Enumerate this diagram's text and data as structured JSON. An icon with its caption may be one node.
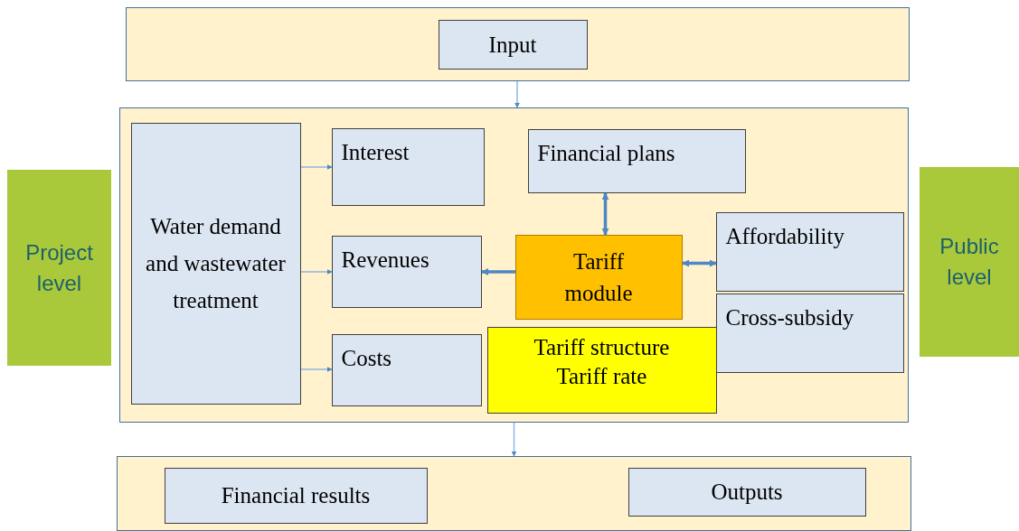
{
  "diagram": {
    "nodes": [
      {
        "text": [],
        "shape": "box"
      },
      {
        "text": [
          "Input"
        ],
        "in": 0
      },
      {
        "text": [],
        "shape": "box"
      },
      {
        "text": [
          "Water demand and wastewater treatment"
        ],
        "in": 2
      },
      {
        "text": [
          "Interest"
        ],
        "in": 2
      },
      {
        "text": [
          "Revenues"
        ],
        "in": 2
      },
      {
        "text": [
          "Costs"
        ],
        "in": 2
      },
      {
        "text": [
          "Financial plans"
        ],
        "in": 2
      },
      {
        "text": [
          "Tariff module"
        ],
        "in": 2
      },
      {
        "text": [
          "Affordability"
        ],
        "in": 2
      },
      {
        "text": [
          "Cross-subsidy"
        ],
        "in": 2
      },
      {
        "text": [
          "Tariff structure",
          "Tariff rate"
        ],
        "in": 2
      },
      {
        "text": [],
        "shape": "box"
      },
      {
        "text": [
          "Financial results"
        ],
        "in": 12
      },
      {
        "text": [
          "Outputs"
        ],
        "in": 12
      },
      {
        "text": [
          "Project level"
        ]
      },
      {
        "text": [
          "Public level"
        ]
      }
    ],
    "edges": [
      {
        "from": 0,
        "to": 2,
        "arrow": "to"
      },
      {
        "from": 3,
        "to": 4,
        "arrow": "to"
      },
      {
        "from": 3,
        "to": 5,
        "arrow": "to"
      },
      {
        "from": 3,
        "to": 6,
        "arrow": "to"
      },
      {
        "from": 8,
        "to": 7,
        "arrow": "both",
        "style": "thick"
      },
      {
        "from": 8,
        "to": 5,
        "arrow": "to",
        "style": "thick"
      },
      {
        "from": 8,
        "to": 9,
        "arrow": "both",
        "style": "thick"
      },
      {
        "from": 2,
        "to": 12,
        "arrow": "to"
      }
    ]
  }
}
